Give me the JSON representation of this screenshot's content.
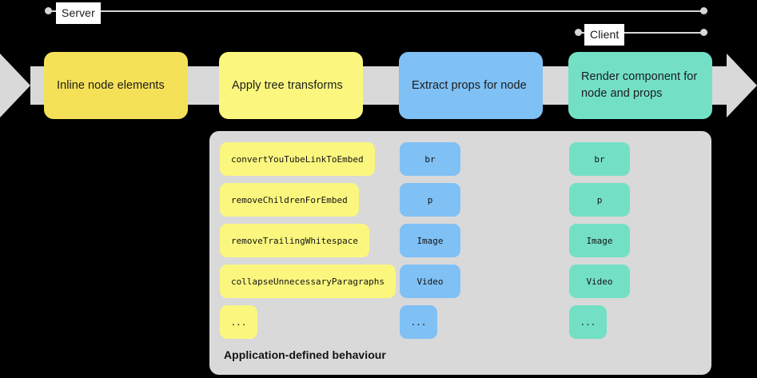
{
  "colors": {
    "background": "#000000",
    "band": "#d9d9d9",
    "panel": "#d9d9d9",
    "scope_line": "#d6d6d6",
    "scope_label_bg": "#ffffff",
    "stage_inline": "#f4e158",
    "stage_transforms": "#fbf77e",
    "stage_props": "#7fc0f5",
    "stage_render": "#73e0c6",
    "pill_yellow": "#fbf77e",
    "pill_blue": "#7fc0f5",
    "pill_teal": "#73e0c6",
    "text": "#1c1c1c"
  },
  "scopes": [
    {
      "label": "Server",
      "name": "server"
    },
    {
      "label": "Client",
      "name": "client"
    }
  ],
  "stages": [
    {
      "name": "inline-node-elements",
      "label": "Inline node elements"
    },
    {
      "name": "apply-tree-transforms",
      "label": "Apply tree transforms"
    },
    {
      "name": "extract-props-for-node",
      "label": "Extract props for node"
    },
    {
      "name": "render-component",
      "label": "Render component for node and props"
    }
  ],
  "panel": {
    "title": "Application-defined behaviour",
    "columns": [
      {
        "name": "transforms",
        "items": [
          "convertYouTubeLinkToEmbed",
          "removeChildrenForEmbed",
          "removeTrailingWhitespace",
          "collapseUnnecessaryParagraphs",
          "..."
        ]
      },
      {
        "name": "props",
        "items": [
          "br",
          "p",
          "Image",
          "Video",
          "..."
        ]
      },
      {
        "name": "render",
        "items": [
          "br",
          "p",
          "Image",
          "Video",
          "..."
        ]
      }
    ]
  }
}
